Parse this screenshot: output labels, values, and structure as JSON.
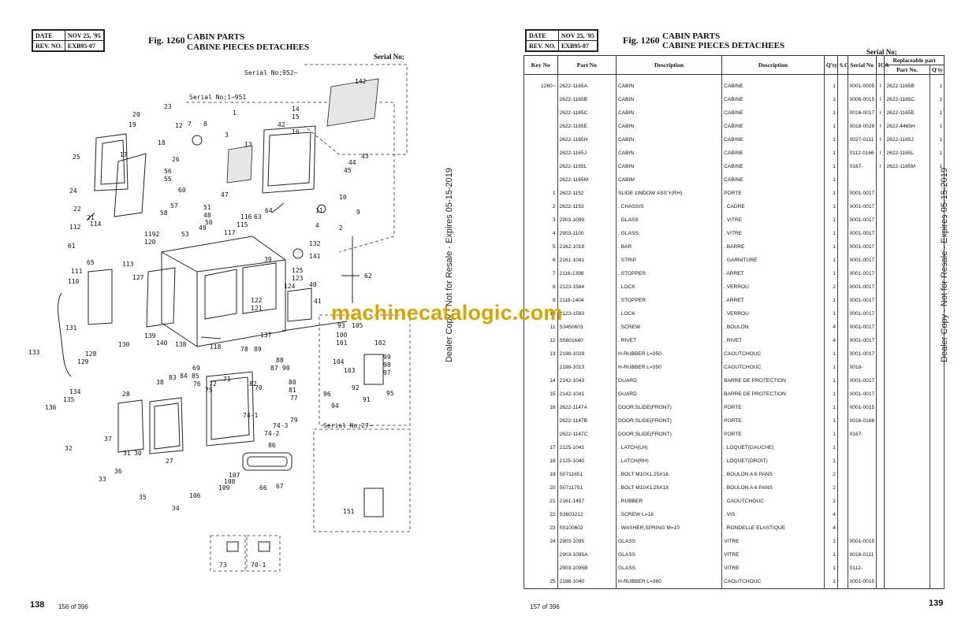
{
  "header": {
    "date_label": "DATE",
    "date_value": "NOV 25, '95",
    "rev_label": "REV. NO.",
    "rev_value": "EXB95-07",
    "fig_no": "Fig. 1260",
    "title_en": "CABIN PARTS",
    "title_fr": "CABINE PIECES DETACHEES",
    "serial_label": "Serial No;"
  },
  "left_page": {
    "page_number": "138",
    "page_of": "156 of 396",
    "callouts": {
      "serial_952": "Serial No;952~",
      "serial_1_951": "Serial No;1~951",
      "serial_27": "Serial No;27~"
    },
    "diagram_labels": [
      "142",
      "23",
      "20",
      "19",
      "14",
      "15",
      "42",
      "16",
      "12",
      "7",
      "8",
      "1",
      "3",
      "13",
      "26",
      "43",
      "18",
      "45",
      "44",
      "25",
      "17",
      "56",
      "55",
      "60",
      "47",
      "10",
      "24",
      "51",
      "9",
      "22",
      "21",
      "11",
      "64",
      "58",
      "48",
      "57",
      "53",
      "49",
      "4",
      "2",
      "116",
      "63",
      "117",
      "115",
      "112",
      "114",
      "50",
      "1192",
      "120",
      "132",
      "61",
      "65",
      "141",
      "113",
      "39",
      "62",
      "111",
      "127",
      "125",
      "123",
      "124",
      "40",
      "110",
      "122",
      "121",
      "41",
      "131",
      "137",
      "93",
      "105",
      "133",
      "130",
      "128",
      "129",
      "139",
      "140",
      "138",
      "118",
      "100",
      "101",
      "102",
      "78",
      "89",
      "99",
      "88",
      "104",
      "98",
      "103",
      "97",
      "96",
      "87",
      "90",
      "92",
      "134",
      "135",
      "136",
      "69",
      "83",
      "84",
      "85",
      "76",
      "72",
      "71",
      "82",
      "80",
      "81",
      "77",
      "94",
      "91",
      "95",
      "38",
      "75",
      "86",
      "70",
      "79",
      "28",
      "74-1",
      "74-2",
      "74-3",
      "37",
      "32",
      "31",
      "30",
      "27",
      "36",
      "33",
      "35",
      "106",
      "109",
      "107",
      "108",
      "34",
      "66",
      "67",
      "73",
      "70-1",
      "151"
    ]
  },
  "right_page": {
    "page_number": "139",
    "page_of": "157 of 396",
    "watermark": "machinecatalogic.com",
    "side_note": "Dealer Copy - Not for Resale - Expires 05-15-2019",
    "columns": {
      "key_no": "Key No",
      "part_no": "Part No",
      "description_en": "Description",
      "description_fr": "Description",
      "qty": "Q'ty",
      "sc": "S.C",
      "serial_no": "Serial No",
      "ica": "ICA",
      "replaceable_part": "Replaceable part",
      "repl_part_no": "Part No.",
      "repl_qty": "Q'ty"
    },
    "rows": [
      {
        "key": "1260~",
        "part": "2622-1165A",
        "desc_en": "CABIN",
        "desc_fr": "CABINE",
        "qty": "1",
        "sc": "",
        "serial": "0001-0005",
        "ica": "I",
        "repl_part": "2622-1165B",
        "repl_qty": "1"
      },
      {
        "key": "",
        "part": "2622-1165B",
        "desc_en": "CABIN",
        "desc_fr": "CABINE",
        "qty": "1",
        "sc": "",
        "serial": "0006-0015",
        "ica": "I",
        "repl_part": "2622-1165C",
        "repl_qty": "1"
      },
      {
        "key": "",
        "part": "2622-1165C",
        "desc_en": "CABIN",
        "desc_fr": "CABINE",
        "qty": "1",
        "sc": "",
        "serial": "0016-0017",
        "ica": "I",
        "repl_part": "2622-1165E",
        "repl_qty": "1"
      },
      {
        "key": "",
        "part": "2622-1165E",
        "desc_en": "CABIN",
        "desc_fr": "CABINE",
        "qty": "1",
        "sc": "",
        "serial": "0018-0026",
        "ica": "I",
        "repl_part": "2622-4465H",
        "repl_qty": "1"
      },
      {
        "key": "",
        "part": "2622-1165H",
        "desc_en": "CABIN",
        "desc_fr": "CABINE",
        "qty": "1",
        "sc": "",
        "serial": "0027-0111",
        "ica": "I",
        "repl_part": "2622-1165J",
        "repl_qty": "1"
      },
      {
        "key": "",
        "part": "2622-1165J",
        "desc_en": "CABIN",
        "desc_fr": "CABINE",
        "qty": "1",
        "sc": "",
        "serial": "0112-0166",
        "ica": "I",
        "repl_part": "2622-1165L",
        "repl_qty": "1"
      },
      {
        "key": "",
        "part": "2622-1165L",
        "desc_en": "CABIN",
        "desc_fr": "CABINE",
        "qty": "1",
        "sc": "",
        "serial": "0167-",
        "ica": "I",
        "repl_part": "2622-1165M",
        "repl_qty": "1"
      },
      {
        "key": "",
        "part": "2622-1165M",
        "desc_en": "CABIM",
        "desc_fr": "CABINE",
        "qty": "1",
        "sc": "",
        "serial": "",
        "ica": "",
        "repl_part": "",
        "repl_qty": ""
      },
      {
        "key": "1",
        "part": "2622-1152",
        "desc_en": "SLIDE 1INDOW ASS'Y(RH)",
        "desc_fr": "PORTE",
        "qty": "1",
        "sc": "",
        "serial": "0001-0017",
        "ica": "",
        "repl_part": "",
        "repl_qty": ""
      },
      {
        "key": "2",
        "part": "2622-1153",
        "desc_en": ". CHASSIS",
        "desc_fr": ". CADRE",
        "qty": "1",
        "sc": "",
        "serial": "0001-0017",
        "ica": "",
        "repl_part": "",
        "repl_qty": ""
      },
      {
        "key": "3",
        "part": "2903-1099",
        "desc_en": ". GLASS",
        "desc_fr": ". VITRE",
        "qty": "1",
        "sc": "",
        "serial": "0001-0017",
        "ica": "",
        "repl_part": "",
        "repl_qty": ""
      },
      {
        "key": "4",
        "part": "2903-1100",
        "desc_en": ". GLASS",
        "desc_fr": ". VITRE",
        "qty": "1",
        "sc": "",
        "serial": "0001-0017",
        "ica": "",
        "repl_part": "",
        "repl_qty": ""
      },
      {
        "key": "5",
        "part": "2162-1019",
        "desc_en": ". BAR",
        "desc_fr": ". BARRE",
        "qty": "1",
        "sc": "",
        "serial": "0001-0017",
        "ica": "",
        "repl_part": "",
        "repl_qty": ""
      },
      {
        "key": "6",
        "part": "2161-1041",
        "desc_en": ". STRIP",
        "desc_fr": ". GARNITURE",
        "qty": "1",
        "sc": "",
        "serial": "0001-0017",
        "ica": "",
        "repl_part": "",
        "repl_qty": ""
      },
      {
        "key": "7",
        "part": "2116-1398",
        "desc_en": ". STOPPER",
        "desc_fr": ". ARRET",
        "qty": "1",
        "sc": "",
        "serial": "0001-0017",
        "ica": "",
        "repl_part": "",
        "repl_qty": ""
      },
      {
        "key": "8",
        "part": "2123-1584",
        "desc_en": ". LOCK",
        "desc_fr": ". VERROU",
        "qty": "2",
        "sc": "",
        "serial": "0001-0017",
        "ica": "",
        "repl_part": "",
        "repl_qty": ""
      },
      {
        "key": "9",
        "part": "2116-1404",
        "desc_en": ". STOPPER",
        "desc_fr": ". ARRET",
        "qty": "1",
        "sc": "",
        "serial": "0001-0017",
        "ica": "",
        "repl_part": "",
        "repl_qty": ""
      },
      {
        "key": "10",
        "part": "2123-1583",
        "desc_en": ". LOCK",
        "desc_fr": ". VERROU",
        "qty": "1",
        "sc": "",
        "serial": "0001-0017",
        "ica": "",
        "repl_part": "",
        "repl_qty": ""
      },
      {
        "key": "11",
        "part": "S3450603",
        "desc_en": ". SCREW",
        "desc_fr": ". BOULON",
        "qty": "4",
        "sc": "",
        "serial": "0001-0017",
        "ica": "",
        "repl_part": "",
        "repl_qty": ""
      },
      {
        "key": "12",
        "part": "S5601640",
        "desc_en": ". RIVET",
        "desc_fr": ". RIVET",
        "qty": "4",
        "sc": "",
        "serial": "0001-0017",
        "ica": "",
        "repl_part": "",
        "repl_qty": ""
      },
      {
        "key": "13",
        "part": "2198-1029",
        "desc_en": "H-RUBBER L=350",
        "desc_fr": "CAOUTCHOUC",
        "qty": "1",
        "sc": "",
        "serial": "0001-0017",
        "ica": "",
        "repl_part": "",
        "repl_qty": ""
      },
      {
        "key": "",
        "part": "2198-1013",
        "desc_en": "H-RUBBER L=350",
        "desc_fr": "CAOUTCHOUC",
        "qty": "1",
        "sc": "",
        "serial": "0018-",
        "ica": "",
        "repl_part": "",
        "repl_qty": ""
      },
      {
        "key": "14",
        "part": "2142-1043",
        "desc_en": "GUARD",
        "desc_fr": "BARRE DE PROTECTION",
        "qty": "1",
        "sc": "",
        "serial": "0001-0017",
        "ica": "",
        "repl_part": "",
        "repl_qty": ""
      },
      {
        "key": "15",
        "part": "2142-1041",
        "desc_en": "GUARD",
        "desc_fr": "BARRE DE PROTECTION",
        "qty": "1",
        "sc": "",
        "serial": "0001-0017",
        "ica": "",
        "repl_part": "",
        "repl_qty": ""
      },
      {
        "key": "16",
        "part": "2622-1147A",
        "desc_en": "DOOR;SLIDE(FRONT)",
        "desc_fr": "PORTE",
        "qty": "1",
        "sc": "",
        "serial": "0001-0015",
        "ica": "",
        "repl_part": "",
        "repl_qty": ""
      },
      {
        "key": "",
        "part": "2622-1147B",
        "desc_en": "DOOR;SLIDE(FRONT)",
        "desc_fr": "PORTE",
        "qty": "1",
        "sc": "",
        "serial": "0016-0166",
        "ica": "",
        "repl_part": "",
        "repl_qty": ""
      },
      {
        "key": "",
        "part": "2622-1147C",
        "desc_en": "DOOR;SLIDE(FRONT)",
        "desc_fr": "PORTE",
        "qty": "1",
        "sc": "",
        "serial": "0167-",
        "ica": "",
        "repl_part": "",
        "repl_qty": ""
      },
      {
        "key": "17",
        "part": "2125-1041",
        "desc_en": ". LATCH(LH)",
        "desc_fr": ". LOQUET(GAUCHE)",
        "qty": "1",
        "sc": "",
        "serial": "",
        "ica": "",
        "repl_part": "",
        "repl_qty": ""
      },
      {
        "key": "18",
        "part": "2125-1040",
        "desc_en": ". LATCH(RH)",
        "desc_fr": ". LOQUET(DROIT)",
        "qty": "1",
        "sc": "",
        "serial": "",
        "ica": "",
        "repl_part": "",
        "repl_qty": ""
      },
      {
        "key": "19",
        "part": "S0711651",
        "desc_en": ". BOLT M10X1.25X16",
        "desc_fr": ". BOULON A 6 PANS",
        "qty": "2",
        "sc": "",
        "serial": "",
        "ica": "",
        "repl_part": "",
        "repl_qty": ""
      },
      {
        "key": "20",
        "part": "S0711751",
        "desc_en": ". BOLT M10X1.25X18",
        "desc_fr": ". BOULON A 6 PANS",
        "qty": "2",
        "sc": "",
        "serial": "",
        "ica": "",
        "repl_part": "",
        "repl_qty": ""
      },
      {
        "key": "21",
        "part": "2161-1457",
        "desc_en": ". RUBBER",
        "desc_fr": ". CAOUTCHOUC",
        "qty": "1",
        "sc": "",
        "serial": "",
        "ica": "",
        "repl_part": "",
        "repl_qty": ""
      },
      {
        "key": "22",
        "part": "S3603212",
        "desc_en": ". SCREW L=16",
        "desc_fr": ". VIS",
        "qty": "4",
        "sc": "",
        "serial": "",
        "ica": "",
        "repl_part": "",
        "repl_qty": ""
      },
      {
        "key": "23",
        "part": "S5100602",
        "desc_en": ". WASHER;SPRING M=10",
        "desc_fr": ". RONDELLE ELASTIQUE",
        "qty": "4",
        "sc": "",
        "serial": "",
        "ica": "",
        "repl_part": "",
        "repl_qty": ""
      },
      {
        "key": "24",
        "part": "2903-1095",
        "desc_en": "GLASS",
        "desc_fr": "VITRE",
        "qty": "1",
        "sc": "",
        "serial": "0001-0015",
        "ica": "",
        "repl_part": "",
        "repl_qty": ""
      },
      {
        "key": "",
        "part": "2903-1095A",
        "desc_en": "GLASS",
        "desc_fr": "VITRE",
        "qty": "1",
        "sc": "",
        "serial": "0016-0111",
        "ica": "",
        "repl_part": "",
        "repl_qty": ""
      },
      {
        "key": "",
        "part": "2903-1095B",
        "desc_en": "GLASS",
        "desc_fr": "VITRE",
        "qty": "1",
        "sc": "",
        "serial": "0112-",
        "ica": "",
        "repl_part": "",
        "repl_qty": ""
      },
      {
        "key": "25",
        "part": "2198-1040",
        "desc_en": "H-RUBBER L=360",
        "desc_fr": "CAOUTCHOUC",
        "qty": "1",
        "sc": "",
        "serial": "0001-0015",
        "ica": "",
        "repl_part": "",
        "repl_qty": ""
      }
    ]
  }
}
